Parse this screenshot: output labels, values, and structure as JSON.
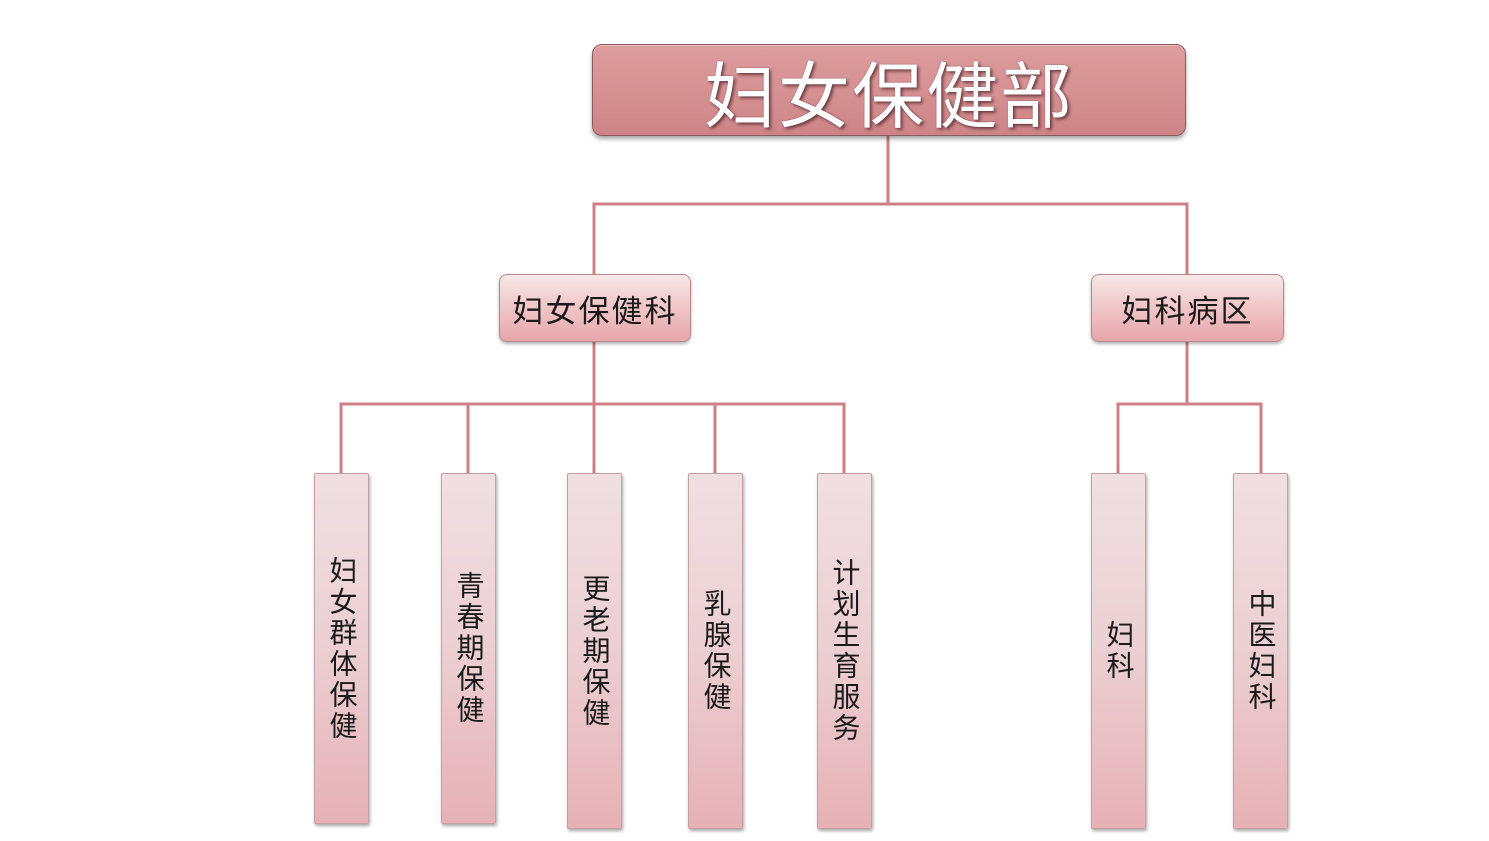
{
  "diagram": {
    "root": {
      "label": "妇女保健部"
    },
    "departments": [
      {
        "label": "妇女保健科",
        "units": [
          {
            "label": "妇女群体保健"
          },
          {
            "label": "青春期保健"
          },
          {
            "label": "更老期保健"
          },
          {
            "label": "乳腺保健"
          },
          {
            "label": "计划生育服务"
          }
        ]
      },
      {
        "label": "妇科病区",
        "units": [
          {
            "label": "妇科"
          },
          {
            "label": "中医妇科"
          }
        ]
      }
    ]
  },
  "colors": {
    "connector": "#d07f86",
    "root_fill": "#d59092",
    "root_text": "#ffffff",
    "box_fill_light": "#f8e8e9",
    "box_fill_dark": "#e7a6aa",
    "text": "#1a1a1a"
  }
}
